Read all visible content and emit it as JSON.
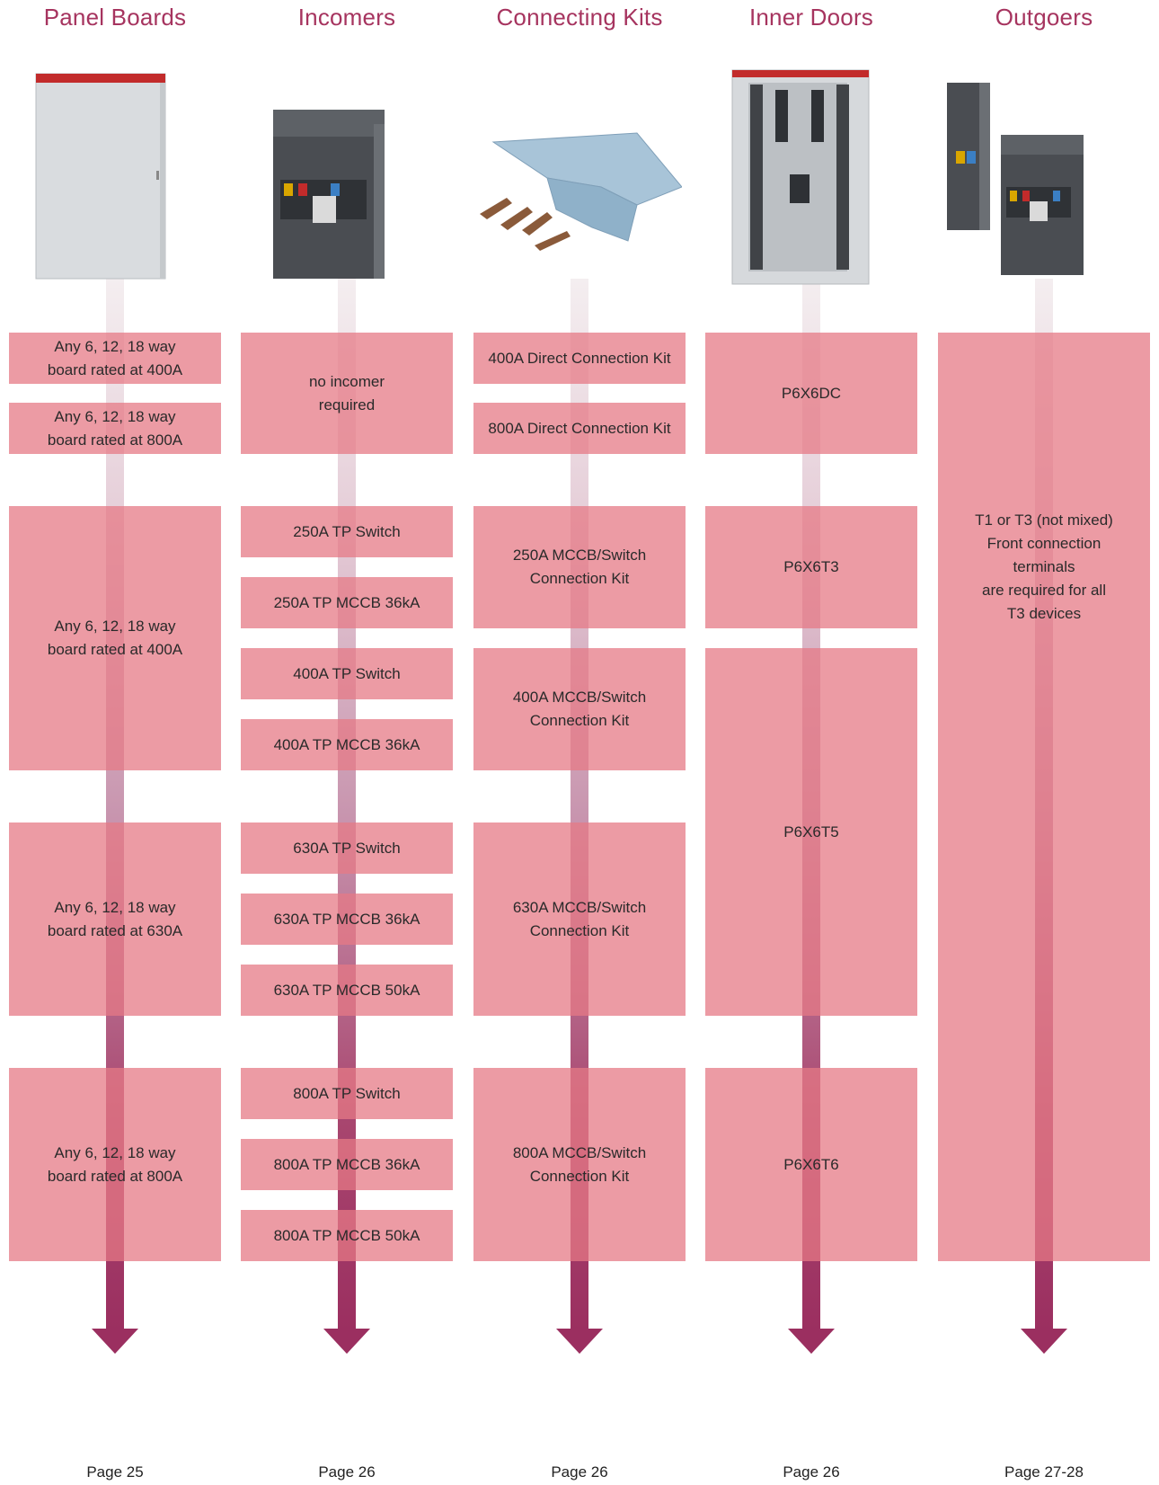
{
  "columns": [
    {
      "heading": "Panel Boards",
      "image": "panel-board-image",
      "boxes": [
        "Any 6, 12, 18 way\nboard rated at 400A",
        "Any 6, 12, 18 way\nboard rated at 800A",
        "Any 6, 12, 18 way\nboard rated at 400A",
        "Any 6, 12, 18 way\nboard rated at 630A",
        "Any 6, 12, 18 way\nboard rated at 800A"
      ],
      "page": "Page 25"
    },
    {
      "heading": "Incomers",
      "image": "mccb-breaker-image",
      "boxes": [
        "no incomer\nrequired",
        "250A TP Switch",
        "250A TP MCCB 36kA",
        "400A TP Switch",
        "400A TP MCCB 36kA",
        "630A TP Switch",
        "630A TP MCCB 36kA",
        "630A TP MCCB 50kA",
        "800A TP Switch",
        "800A TP MCCB 36kA",
        "800A TP MCCB 50kA"
      ],
      "page": "Page 26"
    },
    {
      "heading": "Connecting Kits",
      "image": "connection-kit-image",
      "boxes": [
        "400A Direct Connection Kit",
        "800A Direct Connection Kit",
        "250A MCCB/Switch\nConnection Kit",
        "400A MCCB/Switch\nConnection Kit",
        "630A MCCB/Switch\nConnection Kit",
        "800A MCCB/Switch\nConnection Kit"
      ],
      "page": "Page 26"
    },
    {
      "heading": "Inner Doors",
      "image": "inner-door-image",
      "boxes": [
        "P6X6DC",
        "P6X6T3",
        "P6X6T5",
        "P6X6T6"
      ],
      "page": "Page 26"
    },
    {
      "heading": "Outgoers",
      "image": "outgoer-breakers-image",
      "boxes": [
        "T1 or T3 (not mixed)\nFront connection\nterminals\nare required for all\nT3 devices"
      ],
      "page": "Page 27-28"
    }
  ],
  "colors": {
    "heading": "#a6345f",
    "box": "#e67a85",
    "arrow": "#9b2f60"
  }
}
